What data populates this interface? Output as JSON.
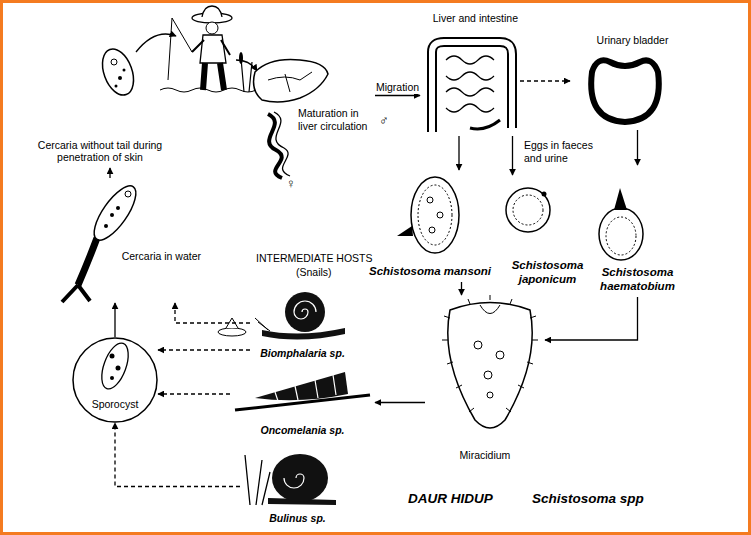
{
  "diagram": {
    "title": "DAUR HIDUP",
    "nodes": [
      {
        "text": [
          "Cercaria without tail during penetration of skin"
        ]
      },
      {
        "text": [
          "Maturation in liver circulation"
        ]
      },
      {
        "text": [
          "Liver and intestine"
        ]
      },
      {
        "text": [
          "Urinary bladder"
        ]
      },
      {
        "text": [
          "Schistosoma mansoni"
        ]
      },
      {
        "text": [
          "Schistosoma japonicum"
        ]
      },
      {
        "text": [
          "Schistosoma haematobium"
        ]
      },
      {
        "text": [
          "Miracidium"
        ]
      },
      {
        "text": [
          "Biomphalaria sp."
        ]
      },
      {
        "text": [
          "Oncomelania sp."
        ]
      },
      {
        "text": [
          "Bulinus sp."
        ]
      },
      {
        "text": [
          "Sporocyst"
        ]
      },
      {
        "text": [
          "Cercaria in water"
        ]
      }
    ],
    "edges": [
      {
        "from": 1,
        "to": 2,
        "label": "Migration",
        "arrow": "to"
      },
      {
        "from": 2,
        "to": 3,
        "arrow": "to"
      },
      {
        "from": 2,
        "to": 4,
        "arrow": "to"
      },
      {
        "from": 2,
        "to": 5,
        "arrow": "to"
      },
      {
        "from": 3,
        "to": 6,
        "arrow": "to"
      },
      {
        "from": 4,
        "to": 7,
        "arrow": "to"
      },
      {
        "from": 6,
        "to": 7,
        "arrow": "to"
      },
      {
        "from": 7,
        "to": 9,
        "arrow": "to"
      },
      {
        "from": 8,
        "to": 11,
        "arrow": "to"
      },
      {
        "from": 9,
        "to": 11,
        "arrow": "to"
      },
      {
        "from": 10,
        "to": 11,
        "arrow": "to"
      },
      {
        "from": 8,
        "to": 12,
        "arrow": "to"
      },
      {
        "from": 11,
        "to": 12,
        "arrow": "to"
      },
      {
        "from": 12,
        "to": 0,
        "arrow": "to"
      }
    ],
    "labels": [
      "♂",
      "♀",
      "Eggs in faeces and urine",
      "INTERMEDIATE HOSTS",
      "(Snails)",
      "Schistosoma spp"
    ]
  }
}
